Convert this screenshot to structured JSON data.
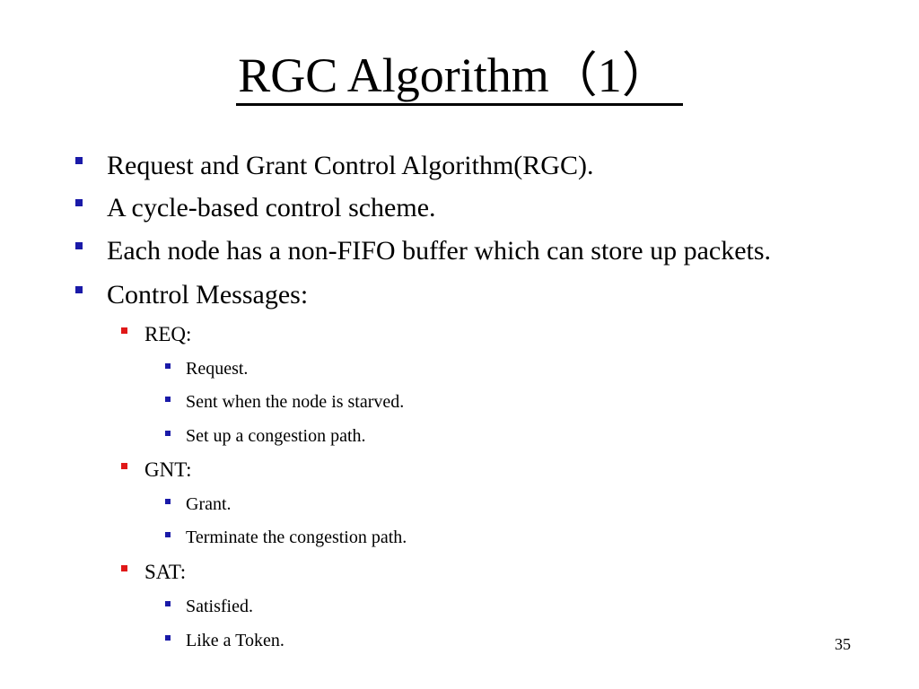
{
  "slide": {
    "title": "RGC Algorithm（1）",
    "page_number": "35",
    "bullets": [
      {
        "text": "Request and Grant Control Algorithm(RGC)."
      },
      {
        "text": "A cycle-based control scheme."
      },
      {
        "text": "Each node has a non-FIFO buffer which can store up packets."
      },
      {
        "text": "Control Messages:",
        "children": [
          {
            "text": "REQ:",
            "children": [
              {
                "text": "Request."
              },
              {
                "text": "Sent when the node is starved."
              },
              {
                "text": "Set up a congestion path."
              }
            ]
          },
          {
            "text": "GNT:",
            "children": [
              {
                "text": "Grant."
              },
              {
                "text": "Terminate the congestion path."
              }
            ]
          },
          {
            "text": "SAT:",
            "children": [
              {
                "text": "Satisfied."
              },
              {
                "text": "Like a Token."
              }
            ]
          }
        ]
      }
    ]
  },
  "colors": {
    "level1_bullet": "#1a1aa8",
    "level2_bullet": "#e01818",
    "level3_bullet": "#1a1aa8",
    "text": "#000000",
    "background": "#ffffff"
  },
  "icons": {
    "level1_bullet": "square-bullet-icon",
    "level2_bullet": "square-bullet-icon",
    "level3_bullet": "square-bullet-icon"
  }
}
